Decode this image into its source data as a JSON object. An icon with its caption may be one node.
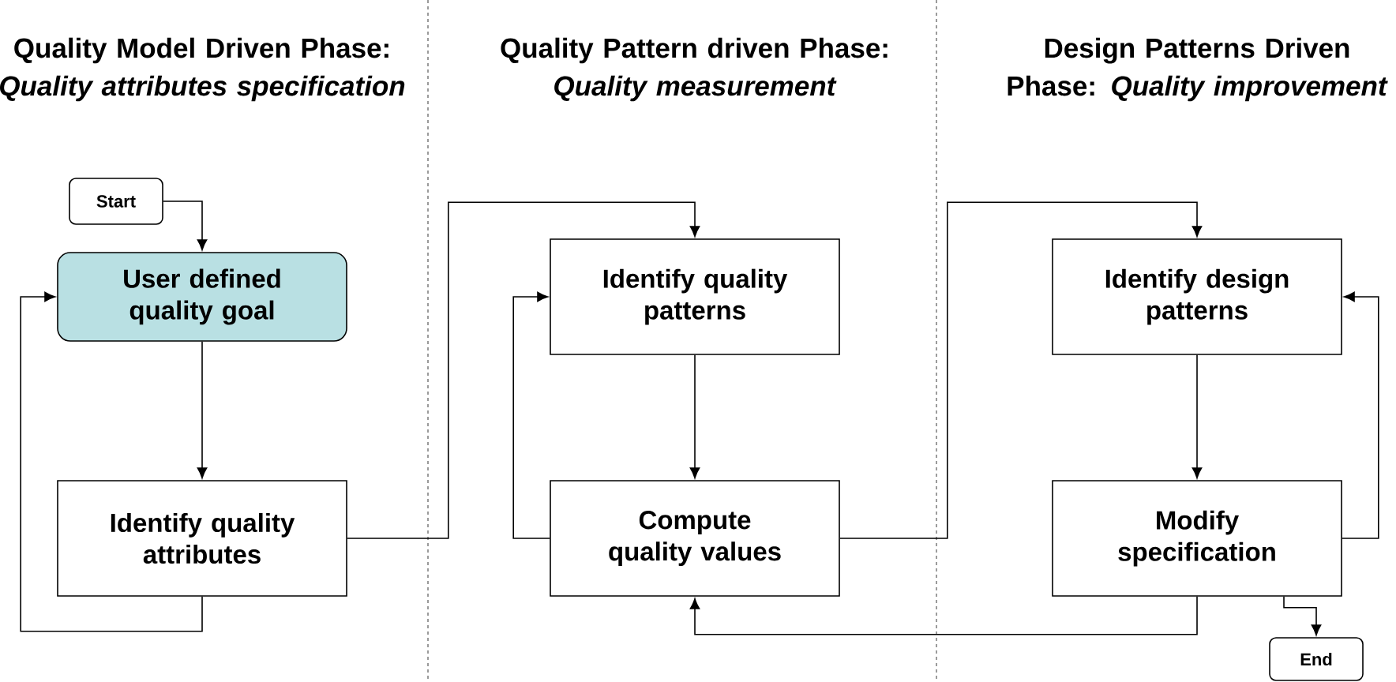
{
  "diagram": {
    "nodes": [
      {
        "text": [
          "Start"
        ]
      },
      {
        "text": [
          "User defined quality goal"
        ]
      },
      {
        "text": [
          "Identify quality attributes"
        ]
      },
      {
        "text": [
          "Identify quality patterns"
        ]
      },
      {
        "text": [
          "Compute quality values"
        ]
      },
      {
        "text": [
          "Identify design patterns"
        ]
      },
      {
        "text": [
          "Modify specification"
        ]
      },
      {
        "text": [
          "End"
        ]
      }
    ],
    "edges": [
      {
        "from": 0,
        "to": 1,
        "arrow": "to"
      },
      {
        "from": 1,
        "to": 2,
        "arrow": "to"
      },
      {
        "from": 2,
        "to": 1,
        "arrow": "to"
      },
      {
        "from": 2,
        "to": 3,
        "arrow": "to"
      },
      {
        "from": 3,
        "to": 4,
        "arrow": "to"
      },
      {
        "from": 4,
        "to": 3,
        "arrow": "to"
      },
      {
        "from": 4,
        "to": 5,
        "arrow": "to"
      },
      {
        "from": 5,
        "to": 6,
        "arrow": "to"
      },
      {
        "from": 6,
        "to": 5,
        "arrow": "to"
      },
      {
        "from": 6,
        "to": 4,
        "arrow": "to"
      },
      {
        "from": 6,
        "to": 7,
        "arrow": "to"
      }
    ],
    "labels": [
      "Quality Model Driven Phase: *Quality attributes specification*",
      "Quality Pattern driven Phase: *Quality measurement*",
      "Design Patterns Driven Phase: *Quality improvement*"
    ]
  }
}
